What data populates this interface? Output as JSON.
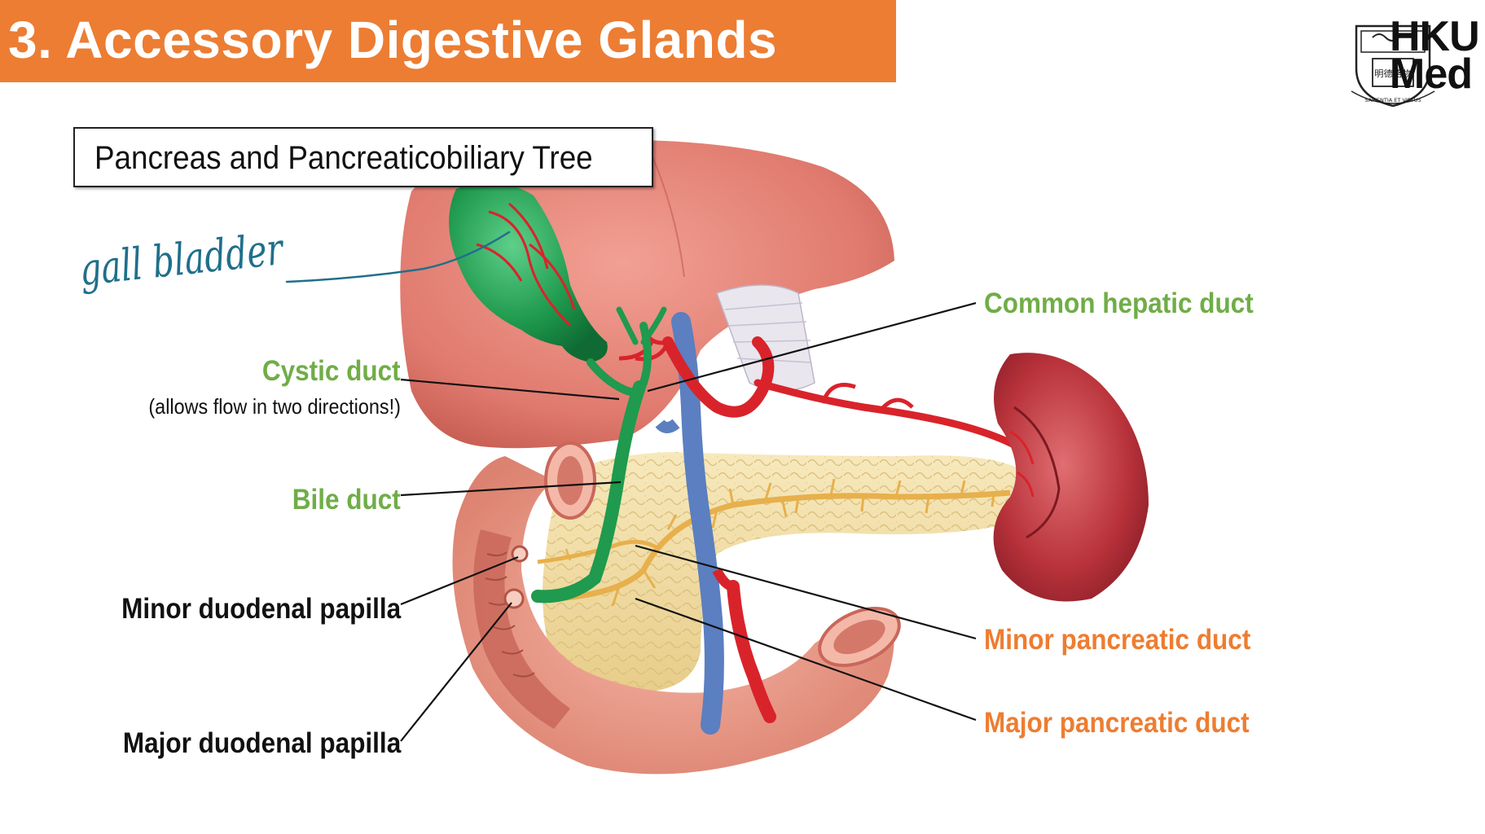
{
  "slide": {
    "title": "3. Accessory Digestive Glands",
    "subtitle": "Pancreas and Pancreaticobiliary Tree",
    "logo_text_line1": "HKU",
    "logo_text_line2": "Med",
    "logo_motto": "SAPIENTIA ET VIRTUS",
    "logo_chars": "明德格物"
  },
  "handwriting": {
    "text": "gall bladder",
    "color": "#1f6f8b"
  },
  "labels": {
    "common_hepatic_duct": "Common hepatic duct",
    "cystic_duct": "Cystic duct",
    "cystic_duct_note": "(allows flow in two directions!)",
    "bile_duct": "Bile duct",
    "minor_duodenal_papilla": "Minor duodenal papilla",
    "major_duodenal_papilla": "Major duodenal papilla",
    "minor_pancreatic_duct": "Minor pancreatic duct",
    "major_pancreatic_duct": "Major pancreatic duct"
  },
  "colors": {
    "title_bar": "#ec7d33",
    "label_green": "#70ad47",
    "label_orange": "#ed7d31",
    "liver": "#e07a6e",
    "gallbladder": "#1f9a4e",
    "pancreas": "#f3dfa6",
    "spleen": "#b8323a",
    "duodenum": "#ec9a88",
    "artery": "#d9232b",
    "vein": "#5b7fc0"
  }
}
